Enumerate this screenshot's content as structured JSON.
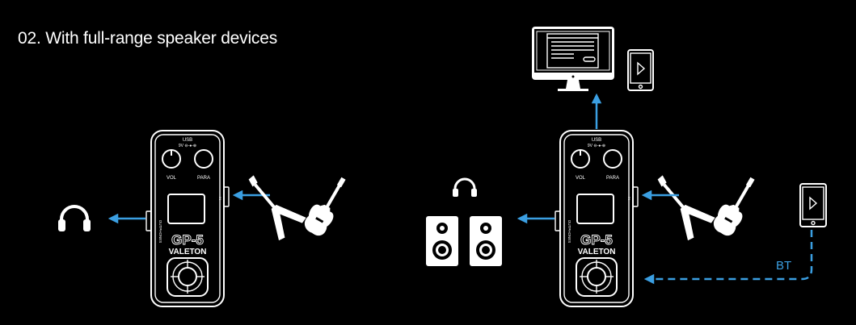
{
  "title": "02. With full-range speaker devices",
  "pedal": {
    "usb": "USB",
    "power": "9V ⊖-●-⊕",
    "knob1": "VOL",
    "knob2": "PARA",
    "in": "IN",
    "out": "OUTPHONES",
    "model": "GP-5",
    "brand": "VALETON"
  },
  "bt_label": "BT",
  "colors": {
    "arrow": "#3b9fe2",
    "line": "#ffffff",
    "background": "#000000"
  }
}
